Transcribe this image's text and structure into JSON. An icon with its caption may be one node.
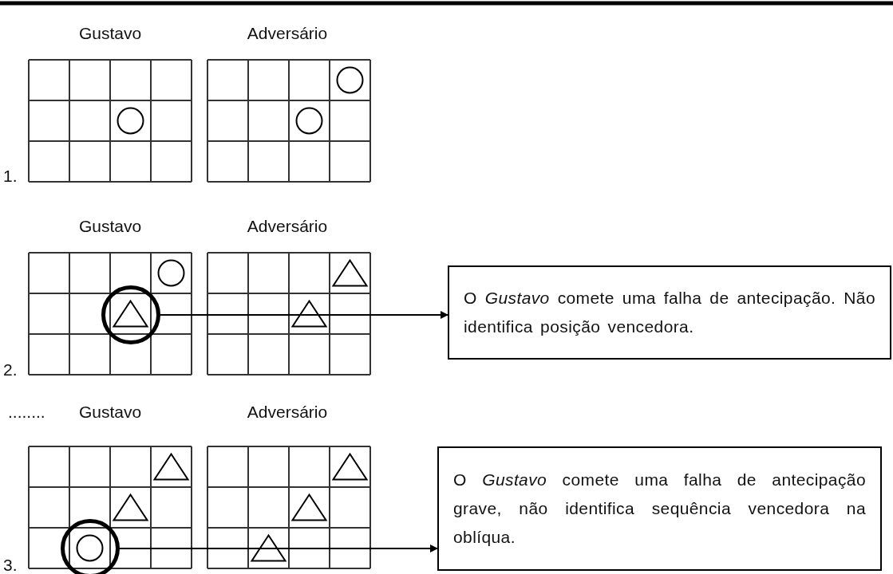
{
  "diagram": {
    "nodes": [
      {
        "text": [],
        "shape": "circle"
      },
      {
        "text": [
          "O *Gustavo* comete uma falha de antecipação. Não identifica posição vencedora."
        ]
      },
      {
        "text": [],
        "shape": "circle"
      },
      {
        "text": [
          "O *Gustavo* comete uma falha de antecipação grave, não identifica sequência vencedora na oblíqua."
        ]
      }
    ],
    "edges": [
      {
        "from": 0,
        "to": 1,
        "arrow": "to"
      },
      {
        "from": 2,
        "to": 3,
        "arrow": "to"
      }
    ],
    "labels": [
      "Gustavo",
      "Adversário",
      "1.",
      "Gustavo",
      "Adversário",
      "2.",
      "........",
      "Gustavo",
      "Adversário",
      "3."
    ]
  }
}
